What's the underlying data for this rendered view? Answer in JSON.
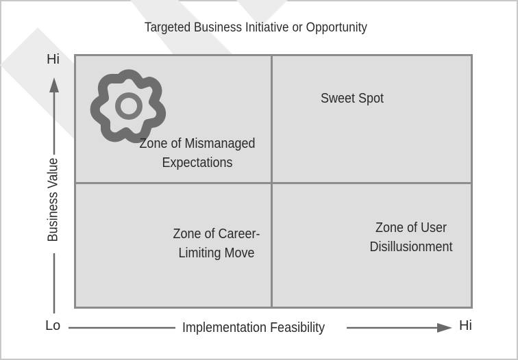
{
  "diagram": {
    "title": "Targeted Business Initiative or Opportunity",
    "quadrants": {
      "top_left": [
        "Zone of Mismanaged",
        "Expectations"
      ],
      "top_right": [
        "Sweet Spot"
      ],
      "bottom_left": [
        "Zone of Career-",
        "Limiting Move"
      ],
      "bottom_right": [
        "Zone of User",
        "Disillusionment"
      ]
    },
    "y_axis": {
      "label": "Business Value",
      "high": "Hi",
      "low": "Lo"
    },
    "x_axis": {
      "label": "Implementation Feasibility",
      "high": "Hi"
    },
    "icons": {
      "gear": "gear-icon",
      "watermark": "watermark-arrow-icon"
    },
    "colors": {
      "quadrant_fill": "#dedede",
      "grid_lines": "#8c8c8c",
      "gear": "#6e6e6e",
      "watermark": "#e6e6e6"
    }
  }
}
